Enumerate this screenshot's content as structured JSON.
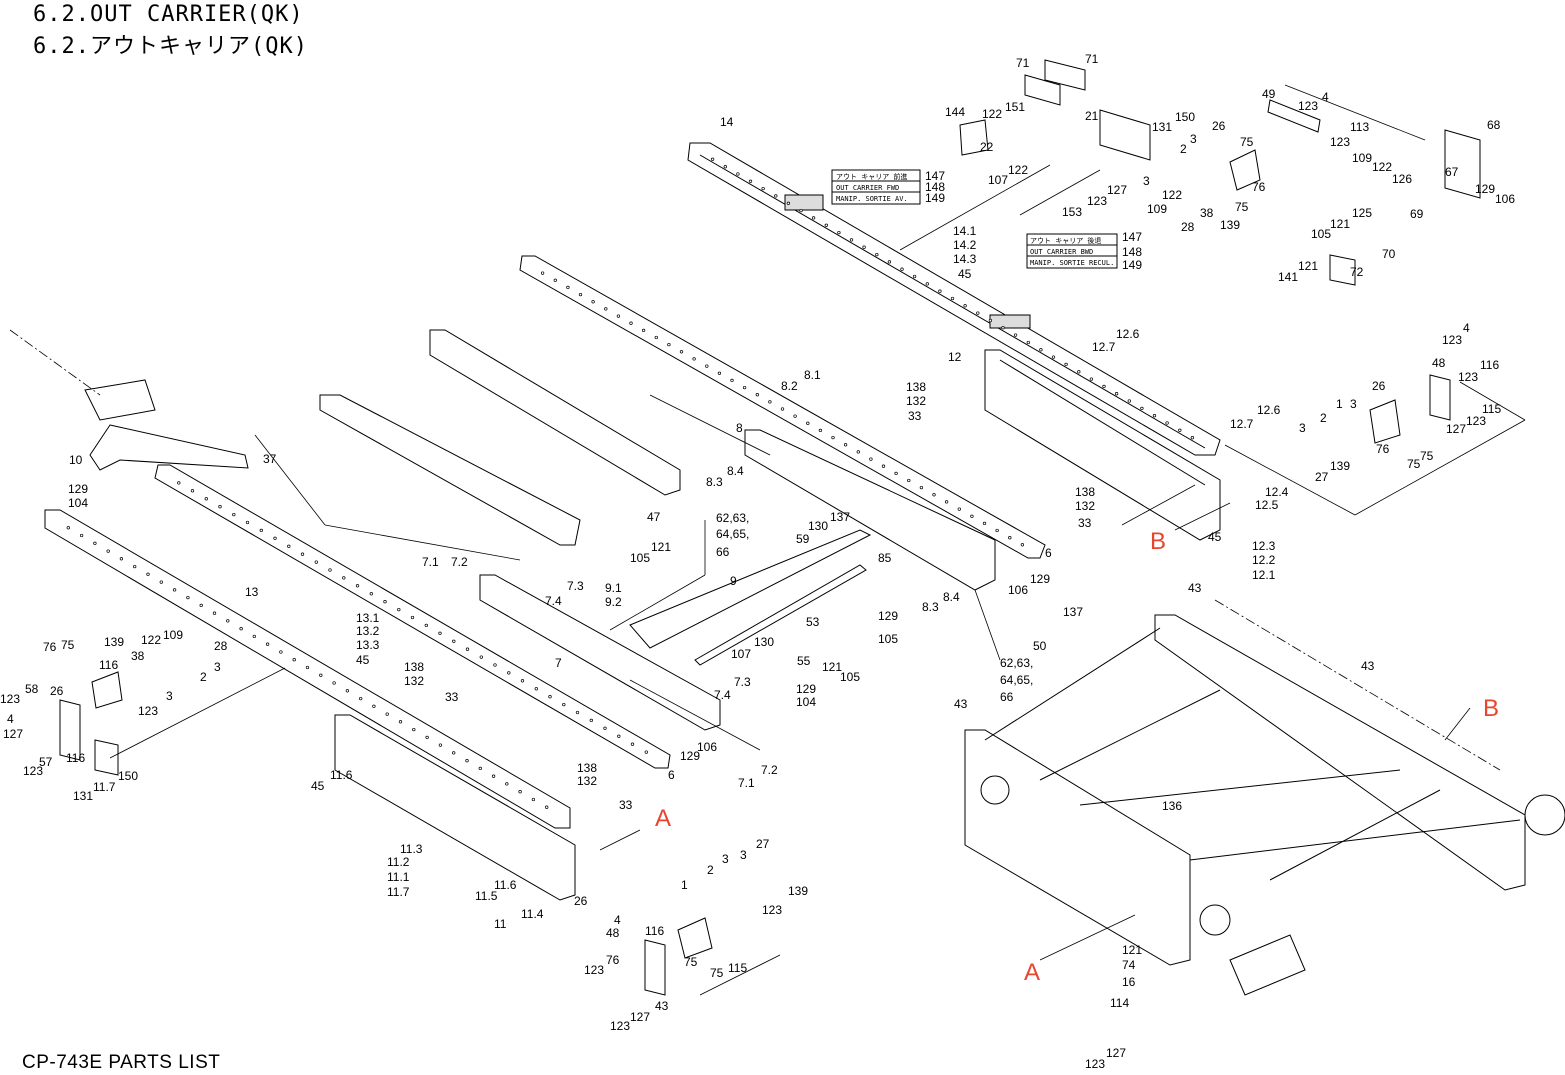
{
  "title_line1": "6.2.OUT CARRIER(QK)",
  "title_line2": "6.2.アウトキャリア(QK)",
  "footer": "CP-743E PARTS LIST",
  "label_color": "#000000",
  "callout_color": "#e8452e",
  "labels_fwd": {
    "jp": "アウト キャリア 前進",
    "en": "OUT CARRIER FWD",
    "fr": "MANIP. SORTIE AV."
  },
  "labels_bwd": {
    "jp": "アウト キャリア 後退",
    "en": "OUT CARRIER BWD",
    "fr": "MANIP. SORTIE RECUL."
  },
  "callouts": [
    "A",
    "A",
    "B",
    "B"
  ],
  "part_numbers": [
    "71",
    "71",
    "144",
    "122",
    "151",
    "22",
    "107",
    "122",
    "21",
    "153",
    "123",
    "127",
    "131",
    "150",
    "2",
    "3",
    "26",
    "75",
    "3",
    "122",
    "109",
    "28",
    "38",
    "139",
    "76",
    "75",
    "49",
    "123",
    "4",
    "113",
    "123",
    "68",
    "109",
    "122",
    "126",
    "67",
    "129",
    "106",
    "105",
    "121",
    "125",
    "69",
    "70",
    "141",
    "121",
    "72",
    "14",
    "147",
    "148",
    "149",
    "14.1",
    "14.2",
    "14.3",
    "45",
    "147",
    "148",
    "149",
    "12.6",
    "12.7",
    "12",
    "138",
    "132",
    "33",
    "12.7",
    "12.6",
    "123",
    "4",
    "48",
    "116",
    "123",
    "1",
    "26",
    "3",
    "2",
    "3",
    "115",
    "127",
    "123",
    "76",
    "75",
    "75",
    "27",
    "139",
    "8.2",
    "8.1",
    "8",
    "8.4",
    "8.3",
    "62,63,",
    "64,65,",
    "66",
    "59",
    "130",
    "137",
    "138",
    "132",
    "33",
    "12.4",
    "12.5",
    "45",
    "12.3",
    "12.2",
    "12.1",
    "6",
    "106",
    "129",
    "8.3",
    "8.4",
    "137",
    "50",
    "62,63,",
    "64,65,",
    "66",
    "10",
    "37",
    "129",
    "104",
    "13",
    "7.1",
    "7.2",
    "7.3",
    "7.4",
    "47",
    "121",
    "105",
    "9.1",
    "9.2",
    "9",
    "85",
    "7",
    "13.1",
    "13.2",
    "13.3",
    "45",
    "138",
    "132",
    "33",
    "53",
    "129",
    "105",
    "130",
    "107",
    "55",
    "121",
    "105",
    "129",
    "104",
    "7.3",
    "7.4",
    "106",
    "129",
    "6",
    "7.2",
    "7.1",
    "138",
    "132",
    "33",
    "75",
    "139",
    "122",
    "109",
    "38",
    "28",
    "3",
    "2",
    "3",
    "76",
    "116",
    "123",
    "58",
    "26",
    "123",
    "4",
    "127",
    "116",
    "123",
    "57",
    "150",
    "131",
    "11.7",
    "11.6",
    "45",
    "11.3",
    "11.2",
    "11.1",
    "11.7",
    "11.6",
    "11.5",
    "11.4",
    "11",
    "26",
    "1",
    "3",
    "2",
    "3",
    "27",
    "139",
    "123",
    "4",
    "48",
    "116",
    "123",
    "76",
    "75",
    "75",
    "115",
    "123",
    "127",
    "43",
    "43",
    "43",
    "43",
    "136",
    "121",
    "74",
    "16",
    "114",
    "123",
    "127"
  ]
}
